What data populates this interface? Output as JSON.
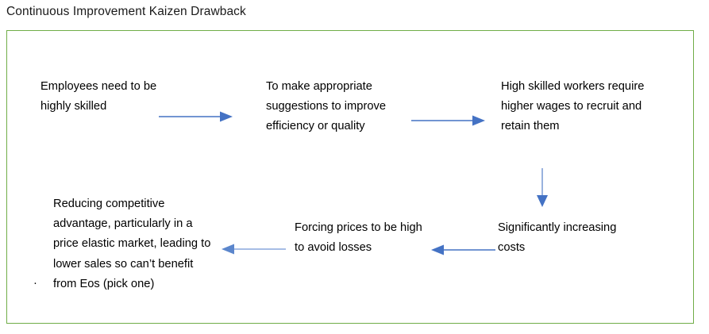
{
  "page": {
    "title": "Continuous Improvement Kaizen Drawback"
  },
  "colors": {
    "border_green": "#70AD47",
    "arrow_blue": "#4472C4",
    "arrow_blue_light": "#8EAADB",
    "text_black": "#000000",
    "background": "#FFFFFF"
  },
  "diagram": {
    "type": "flowchart",
    "nodes": [
      {
        "id": "employees-skilled",
        "text": "Employees need to be highly skilled",
        "row": "top",
        "column": 1
      },
      {
        "id": "suggestions",
        "text": "To make appropriate suggestions to improve efficiency or quality",
        "row": "top",
        "column": 2
      },
      {
        "id": "high-wages",
        "text": "High skilled workers require higher wages to recruit and retain them",
        "row": "top",
        "column": 3
      },
      {
        "id": "increasing-costs",
        "text": "Significantly increasing costs",
        "row": "bottom",
        "column": 3
      },
      {
        "id": "forcing-prices",
        "text": "Forcing prices to be high to avoid losses",
        "row": "bottom",
        "column": 2
      },
      {
        "id": "reducing-advantage",
        "text": "Reducing competitive advantage, particularly in a price elastic market, leading to lower sales so can’t benefit from Eos (pick one)",
        "row": "bottom",
        "column": 1,
        "bullet_marker": "·"
      }
    ],
    "arrows": [
      {
        "id": "skilled-to-suggestions",
        "from": "employees-skilled",
        "to": "suggestions",
        "direction": "right",
        "color": "#4472C4"
      },
      {
        "id": "suggestions-to-wages",
        "from": "suggestions",
        "to": "high-wages",
        "direction": "right",
        "color": "#4472C4"
      },
      {
        "id": "wages-to-costs",
        "from": "high-wages",
        "to": "increasing-costs",
        "direction": "down",
        "color": "#4472C4"
      },
      {
        "id": "costs-to-prices",
        "from": "increasing-costs",
        "to": "forcing-prices",
        "direction": "left",
        "color": "#4472C4"
      },
      {
        "id": "prices-to-reducing",
        "from": "forcing-prices",
        "to": "reducing-advantage",
        "direction": "left",
        "color": "#8EAADB"
      }
    ]
  }
}
